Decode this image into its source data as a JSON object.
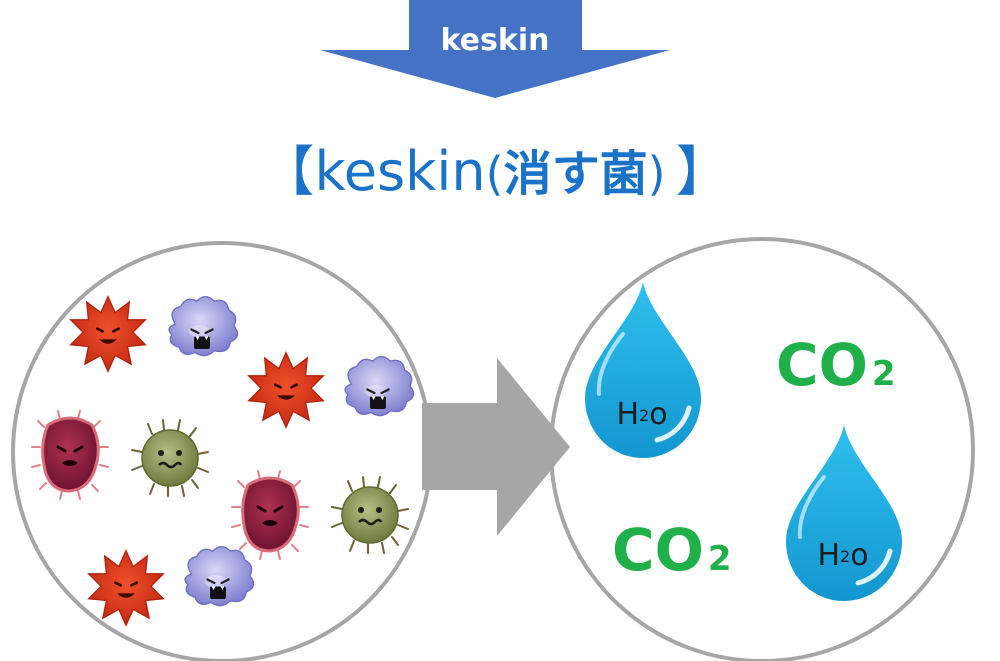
{
  "banner": {
    "label": "keskin"
  },
  "heading": {
    "open_bracket": "【",
    "brand": "keskin",
    "paren_open": "(",
    "japanese": "消す菌",
    "paren_close": ")",
    "close_bracket": "】"
  },
  "right_circle": {
    "drop_labels": [
      {
        "main": "H",
        "sub": "2",
        "tail": "o"
      },
      {
        "main": "H",
        "sub": "2",
        "tail": "o"
      }
    ],
    "co2_labels": [
      {
        "main": "CO",
        "sub": "2"
      },
      {
        "main": "CO",
        "sub": "2"
      }
    ]
  },
  "colors": {
    "banner_blue": "#4472c4",
    "heading_blue": "#1a73c8",
    "co2_green": "#20b04a",
    "drop_blue": "#1eaee2",
    "circle_stroke": "#a6a6a6",
    "arrow_gray": "#a6a6a6"
  }
}
